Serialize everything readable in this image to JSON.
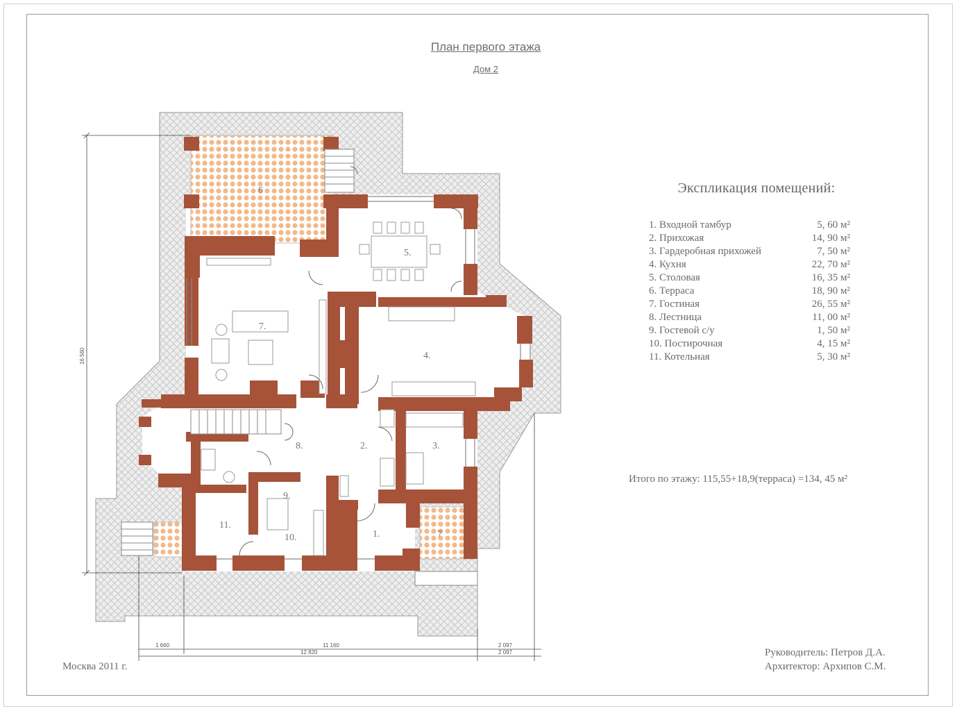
{
  "sheet": {
    "title": "План первого этажа",
    "subtitle": "Дом 2"
  },
  "explication": {
    "title": "Экспликация помещений:",
    "rooms": [
      {
        "name": "1. Входной тамбур",
        "area": "5, 60 м²"
      },
      {
        "name": "2. Прихожая",
        "area": "14, 90 м²"
      },
      {
        "name": "3. Гардеробная прихожей",
        "area": "7, 50 м²"
      },
      {
        "name": "4. Кухня",
        "area": "22, 70 м²"
      },
      {
        "name": "5. Столовая",
        "area": "16, 35 м²"
      },
      {
        "name": "6. Терраса",
        "area": "18, 90 м²"
      },
      {
        "name": "7. Гостиная",
        "area": "26, 55 м²"
      },
      {
        "name": "8. Лестница",
        "area": "11, 00 м²"
      },
      {
        "name": "9. Гостевой с/у",
        "area": "1, 50 м²"
      },
      {
        "name": "10. Постирочная",
        "area": "4, 15 м²"
      },
      {
        "name": "11. Котельная",
        "area": "5, 30 м²"
      }
    ],
    "total": "Итого по этажу: 115,55+18,9(терраса) =134, 45 м²"
  },
  "plan": {
    "room_labels": [
      "1.",
      "2.",
      "3.",
      "4.",
      "5.",
      "6",
      "7.",
      "8.",
      "9.",
      "10.",
      "11.",
      "7"
    ],
    "dimensions": {
      "height": "16 560",
      "bottom_left": "1 660",
      "bottom_mid": "11 160",
      "bottom_right": "2 097",
      "bottom_total": "12 820",
      "bottom_right_total": "2 097"
    }
  },
  "footer": {
    "city_year": "Москва 2011 г.",
    "head": "Руководитель: Петров Д.А.",
    "architect": "Архитектор: Архипов С.М."
  },
  "colors": {
    "wall": "#a6533a",
    "paving": "#dcdcdc",
    "terrace_tile": "#f2b98a",
    "line": "#555555"
  }
}
